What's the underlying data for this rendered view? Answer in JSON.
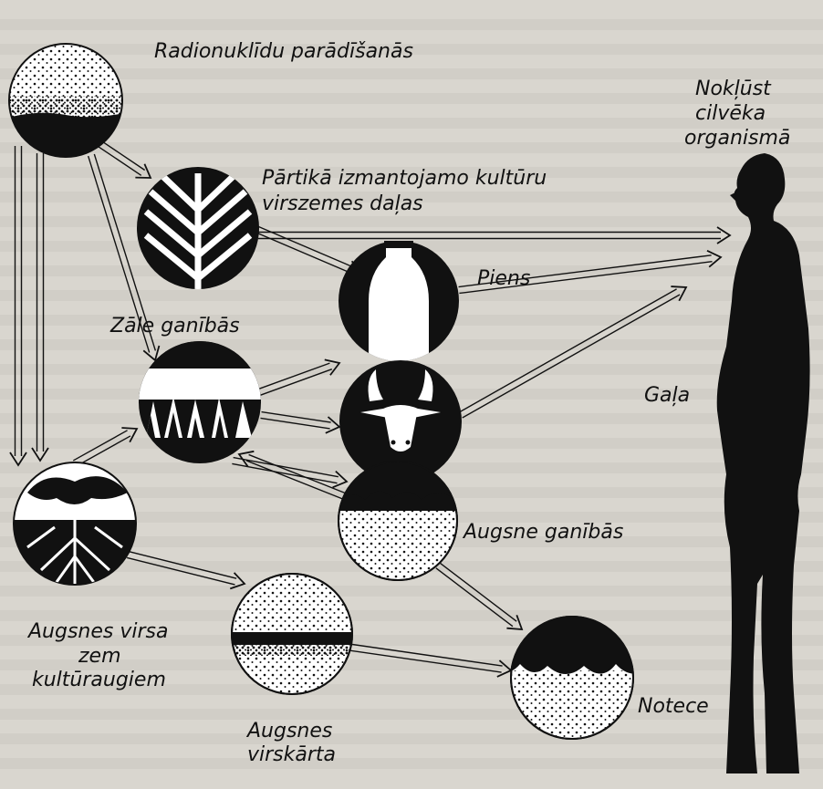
{
  "background_text_color": "#b9b5ac",
  "ink_color": "#111111",
  "paper_color": "#d9d6cf",
  "labels": {
    "radionuclides": "Radionuklīdu parādīšanās",
    "crop_parts_line1": "Pārtikā izmantojamo kultūru",
    "crop_parts_line2": "virszemes daļas",
    "milk": "Piens",
    "meat": "Gaļa",
    "pasture_grass": "Zāle ganībās",
    "pasture_soil": "Augsne ganībās",
    "topsoil_line1": "Augsnes virsa",
    "topsoil_line2": "zem",
    "topsoil_line3": "kultūraugiem",
    "soil_layer_line1": "Augsnes",
    "soil_layer_line2": "virskārta",
    "runoff": "Notece",
    "human_line1": "Nokļūst",
    "human_line2": "cilvēka",
    "human_line3": "organismā"
  },
  "icons": {
    "fallout": "falling-particles-icon",
    "crop": "wheat-ear-icon",
    "milk": "milk-bottle-icon",
    "grass": "grass-tufts-icon",
    "cow": "cow-head-icon",
    "pasture_soil": "soil-surface-icon",
    "roots": "plant-roots-icon",
    "soil_layer": "soil-layers-icon",
    "runoff": "water-runoff-icon",
    "human": "human-silhouette-icon"
  }
}
